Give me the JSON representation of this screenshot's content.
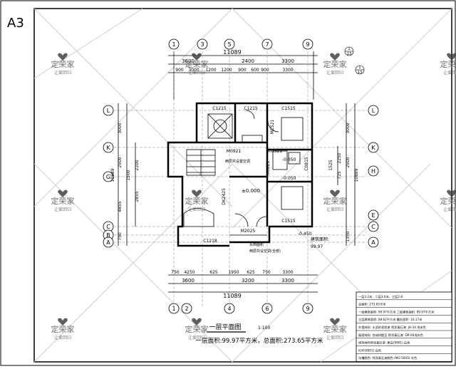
{
  "sheet": {
    "size_label": "A3",
    "drawing_title": "一层平面图",
    "scale": "1:100",
    "area_note": "一层面积:99.97平方米，总面积:273.65平方米"
  },
  "watermark": {
    "brand": "定荣家",
    "slogan": "让爱回归"
  },
  "dimensions": {
    "overall_width": "11089",
    "overall_depth": "10889",
    "top_segments": [
      "900",
      "3000",
      "1200",
      "1200",
      "900",
      "600",
      "900",
      "3300"
    ],
    "top_mid": [
      "3600",
      "2400",
      "3300"
    ],
    "bottom_segments": [
      "750",
      "4250",
      "625",
      "1950",
      "625",
      "750",
      "3300"
    ],
    "bottom_mid": [
      "3600",
      "3200",
      "3300"
    ],
    "left_segments": [
      "3000",
      "2500",
      "4855",
      "750"
    ],
    "left_extra": [
      "1500",
      "2855",
      "2100"
    ],
    "right_segments": [
      "3000",
      "2500",
      "10889",
      "1350"
    ],
    "right_extra": [
      "2250",
      "725",
      "1525"
    ]
  },
  "grid_axes": {
    "columns_top": [
      "1",
      "3",
      "5",
      "7",
      "9"
    ],
    "columns_bottom": [
      "1",
      "2",
      "4",
      "6",
      "9"
    ],
    "rows_left": [
      "L",
      "K",
      "G",
      "C",
      "B",
      "A"
    ],
    "rows_right": [
      "L",
      "K",
      "H",
      "E",
      "C",
      "A"
    ]
  },
  "room_labels": {
    "windows": [
      "C1215",
      "C1215",
      "C1515",
      "C1515",
      "C1218",
      "C0815"
    ],
    "doors": [
      "M0921",
      "M0921",
      "M1521",
      "M0821",
      "M2025",
      "DK2425"
    ],
    "levels": [
      "±0.000",
      "-0.050",
      "-0.050",
      "-0.450"
    ],
    "notes": [
      "建筑面积:",
      "99.97",
      "东西面积",
      "两层共设置空调",
      "两层共设空调(全部)"
    ],
    "marks_upper": [
      "1",
      "13"
    ],
    "marks_lower": [
      "1",
      "13"
    ]
  },
  "title_block": {
    "rows": [
      "一层3.2米，二层3.0米，三层2.8",
      "总面积: 273.65平米",
      "一层建筑面积: 99.97平方米  二层建筑面积: 99.97平方米",
      "三层建筑面积: 68.62平方米  露台面积: 10.17米",
      "外墙材料: 水泥砂浆底漆  喷涂真石漆: JH-34  浅米色",
      "屋面材料: 合成树脂瓦  喷涂真石漆: DR-06浅灰色",
      "线条材料喷涂真石漆: 栗白(9901) 白色",
      "栏杆(9901) 白色",
      "沟槽颜色: 喷涂真石漆颜色 (MG-5003) 灰色"
    ]
  }
}
